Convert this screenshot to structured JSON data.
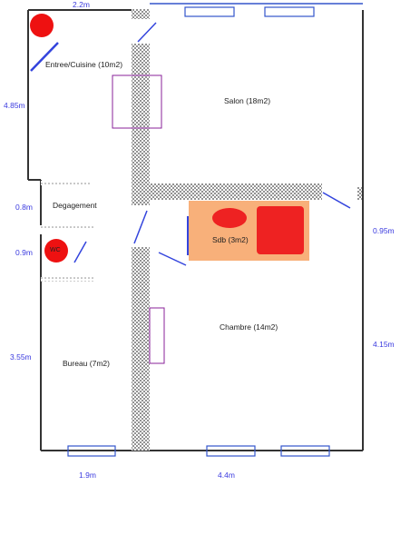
{
  "rooms": {
    "entree": "Entree/Cuisine (10m2)",
    "salon": "Salon (18m2)",
    "degagement": "Degagement",
    "sdb": "Sdb (3m2)",
    "wc": "WC",
    "chambre": "Chambre (14m2)",
    "bureau": "Bureau (7m2)"
  },
  "dimensions": {
    "top_width": "2.2m",
    "entree_height": "4.85m",
    "degagement_height": "0.8m",
    "wc_height": "0.9m",
    "bureau_height": "3.55m",
    "right_upper": "0.95m",
    "right_lower": "4.15m",
    "bottom_left": "1.9m",
    "bottom_right": "4.4m"
  },
  "colors": {
    "wall": "#333333",
    "window": "#3355cc",
    "door": "#3344dd",
    "furniture_outline": "#882299",
    "bathroom_fill": "#f8b07a",
    "fixture": "#ee1111",
    "dimension_text": "#3a3adf"
  }
}
